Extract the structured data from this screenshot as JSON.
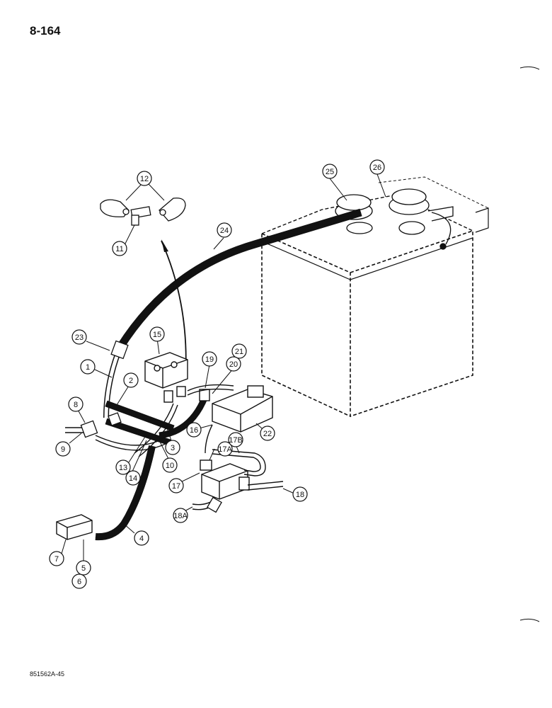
{
  "page": {
    "number": "8-164",
    "figure_code": "851562A-45"
  },
  "callouts": [
    {
      "id": "c1",
      "label": "1"
    },
    {
      "id": "c2",
      "label": "2"
    },
    {
      "id": "c3",
      "label": "3"
    },
    {
      "id": "c4",
      "label": "4"
    },
    {
      "id": "c5",
      "label": "5"
    },
    {
      "id": "c6",
      "label": "6"
    },
    {
      "id": "c7",
      "label": "7"
    },
    {
      "id": "c8",
      "label": "8"
    },
    {
      "id": "c9",
      "label": "9"
    },
    {
      "id": "c10",
      "label": "10"
    },
    {
      "id": "c11",
      "label": "11"
    },
    {
      "id": "c12",
      "label": "12"
    },
    {
      "id": "c13",
      "label": "13"
    },
    {
      "id": "c14",
      "label": "14"
    },
    {
      "id": "c15",
      "label": "15"
    },
    {
      "id": "c16",
      "label": "16"
    },
    {
      "id": "c17",
      "label": "17"
    },
    {
      "id": "c17a",
      "label": "17A"
    },
    {
      "id": "c17b",
      "label": "17B"
    },
    {
      "id": "c18",
      "label": "18"
    },
    {
      "id": "c18a",
      "label": "18A"
    },
    {
      "id": "c19",
      "label": "19"
    },
    {
      "id": "c20",
      "label": "20"
    },
    {
      "id": "c21",
      "label": "21"
    },
    {
      "id": "c22",
      "label": "22"
    },
    {
      "id": "c23",
      "label": "23"
    },
    {
      "id": "c24",
      "label": "24"
    },
    {
      "id": "c25",
      "label": "25"
    },
    {
      "id": "c26",
      "label": "26"
    }
  ]
}
